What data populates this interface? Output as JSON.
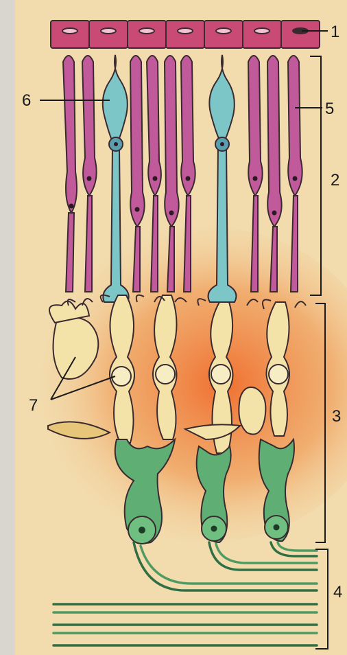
{
  "labels": {
    "l1": "1",
    "l2": "2",
    "l3": "3",
    "l4": "4",
    "l5": "5",
    "l6": "6",
    "l7": "7"
  },
  "colors": {
    "background": "#e9e4da",
    "paper": "#f4d9a6",
    "orange_glow": "#ef7a3c",
    "pigment": "#c94a74",
    "rod": "#c05a9a",
    "cone": "#7cc6c7",
    "bipolar": "#f3e3a8",
    "ganglion": "#5fae73",
    "fiber": "#3d8a51",
    "outline": "#3a2a30"
  }
}
